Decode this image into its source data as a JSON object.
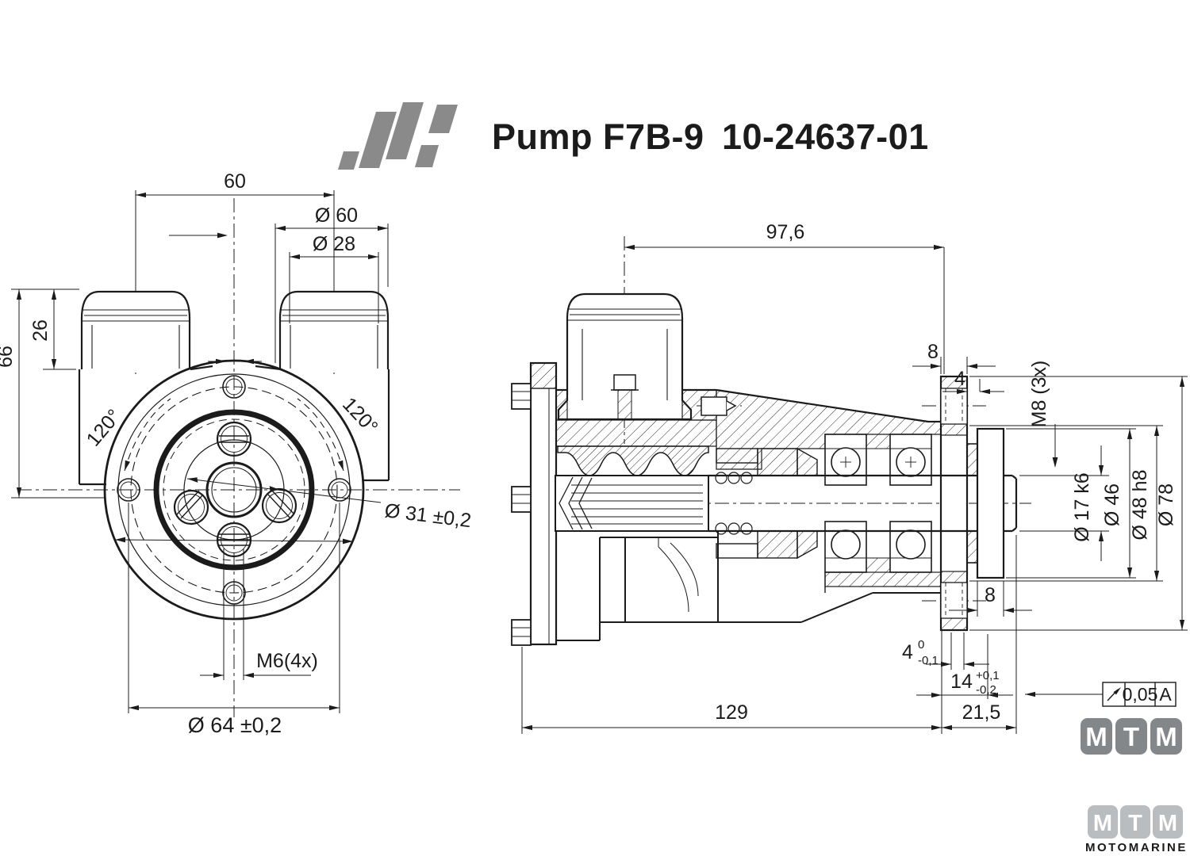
{
  "title": {
    "product": "Pump F7B-9",
    "part_number": "10-24637-01"
  },
  "front_view": {
    "dim_port_spacing": "60",
    "dia_port_outer": "Ø 60",
    "dia_port_inner": "Ø 28",
    "dim_port_height": "26",
    "dim_body_height": "66",
    "angle_left": "120°",
    "angle_right": "120°",
    "dia_screw_circle": "Ø 31 ±0,2",
    "thread_callout": "M6(4x)",
    "dia_bolt_circle": "Ø 64 ±0,2"
  },
  "section_view": {
    "dim_length_top": "97,6",
    "dim_flange_width": "8",
    "dim_step": "4",
    "thread_callout": "M8 (3x)",
    "dia_shaft": "Ø 17 k6",
    "dia_hub": "Ø 46",
    "dia_bore": "Ø 48 h8",
    "dia_flange": "Ø 78",
    "dim_hub_width": "8",
    "dim_groove": {
      "base": "4",
      "sup": "0",
      "sub": "-0,1"
    },
    "dim_shaft_end": {
      "base": "14",
      "sup": "+0,1",
      "sub": "-0,2"
    },
    "runout": {
      "value": "0,05",
      "datum": "A"
    },
    "dim_total_length": "129",
    "dim_shaft_ext": "21,5"
  },
  "branding": {
    "mtm_letters": [
      "M",
      "T",
      "M"
    ],
    "watermark_letters": [
      "M",
      "T",
      "M"
    ],
    "watermark_name": "MOTOMARINE"
  },
  "colors": {
    "line": "#1b1b1b",
    "logo_gray": "#8a8a8a",
    "mtm_gray": "#838789",
    "watermark_gray": "#b9bdc0"
  }
}
